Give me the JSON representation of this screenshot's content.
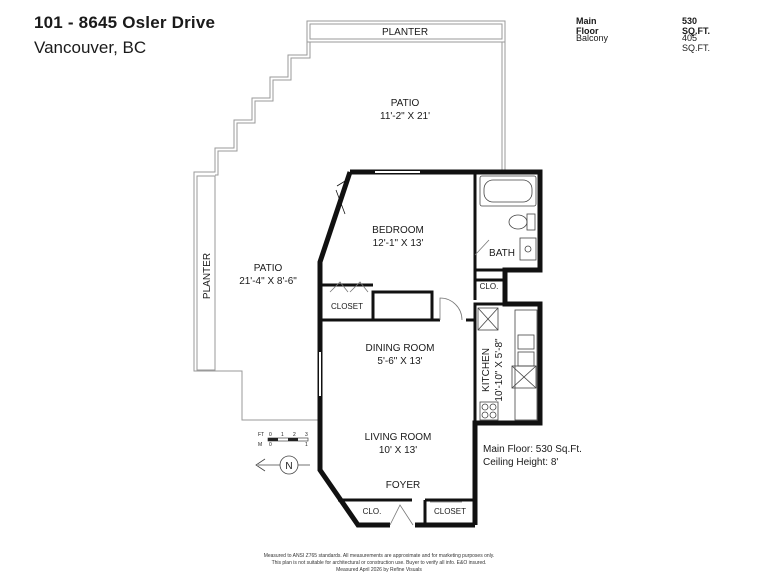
{
  "header": {
    "title": "101 - 8645 Osler Drive",
    "subtitle": "Vancouver, BC"
  },
  "areas": [
    {
      "label": "Main Floor",
      "value": "530 SQ.FT.",
      "bold": true
    },
    {
      "label": "Balcony",
      "value": "405 SQ.FT.",
      "bold": false
    }
  ],
  "rooms": {
    "planter_top": "PLANTER",
    "patio_top": {
      "name": "PATIO",
      "dims": "11'-2\" X 21'"
    },
    "patio_left": {
      "name": "PATIO",
      "dims": "21'-4\" X 8'-6\""
    },
    "planter_left": "PLANTER",
    "bedroom": {
      "name": "BEDROOM",
      "dims": "12'-1\" X 13'"
    },
    "bath": "BATH",
    "closet_bedroom": "CLOSET",
    "clo_hall": "CLO.",
    "dining": {
      "name": "DINING ROOM",
      "dims": "5'-6\" X 13'"
    },
    "kitchen": {
      "name": "KITCHEN",
      "dims": "10'-10\" X 5'-8\""
    },
    "living": {
      "name": "LIVING ROOM",
      "dims": "10' X 13'"
    },
    "foyer": "FOYER",
    "clo_foyer": "CLO.",
    "closet_foyer": "CLOSET"
  },
  "summary": {
    "main_floor": "Main Floor: 530 Sq.Ft.",
    "ceiling": "Ceiling Height: 8'"
  },
  "scale": {
    "ft_label": "FT",
    "ft_ticks": [
      "0",
      "1",
      "2",
      "3"
    ],
    "m_label": "M",
    "m_ticks": [
      "0",
      "1"
    ],
    "north": "N"
  },
  "disclaimer": [
    "Measured to ANSI Z765 standards. All measurements are approximate and for marketing purposes only.",
    "This plan is not suitable for architectural or construction use. Buyer to verify all info. E&O insured.",
    "Measured April 2026 by Refine Visuals"
  ]
}
